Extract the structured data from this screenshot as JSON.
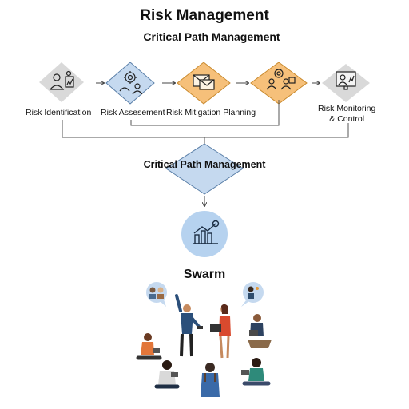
{
  "header": {
    "title": "Risk Management",
    "subtitle": "Critical Path Management"
  },
  "steps": [
    {
      "label": "Risk Identification",
      "icon": "person-chart-icon",
      "color": "#d9d9d9"
    },
    {
      "label": "Risk Assesement",
      "icon": "person-gear-icon",
      "color": "#c5d9ef"
    },
    {
      "label": "Risk Mitigation Planning",
      "icon": "envelope-icon",
      "color": "#f6c07a"
    },
    {
      "label": "",
      "icon": "people-gear-icon",
      "color": "#f6c07a"
    },
    {
      "label": "Risk Monitoring\n& Control",
      "icon": "person-monitor-icon",
      "color": "#d9d9d9"
    }
  ],
  "decision": {
    "label": "Critical Path Management",
    "color": "#c5d9ef"
  },
  "swarm": {
    "title": "Swarm",
    "icon": "chart-growth-icon",
    "color": "#b6d2ef"
  }
}
